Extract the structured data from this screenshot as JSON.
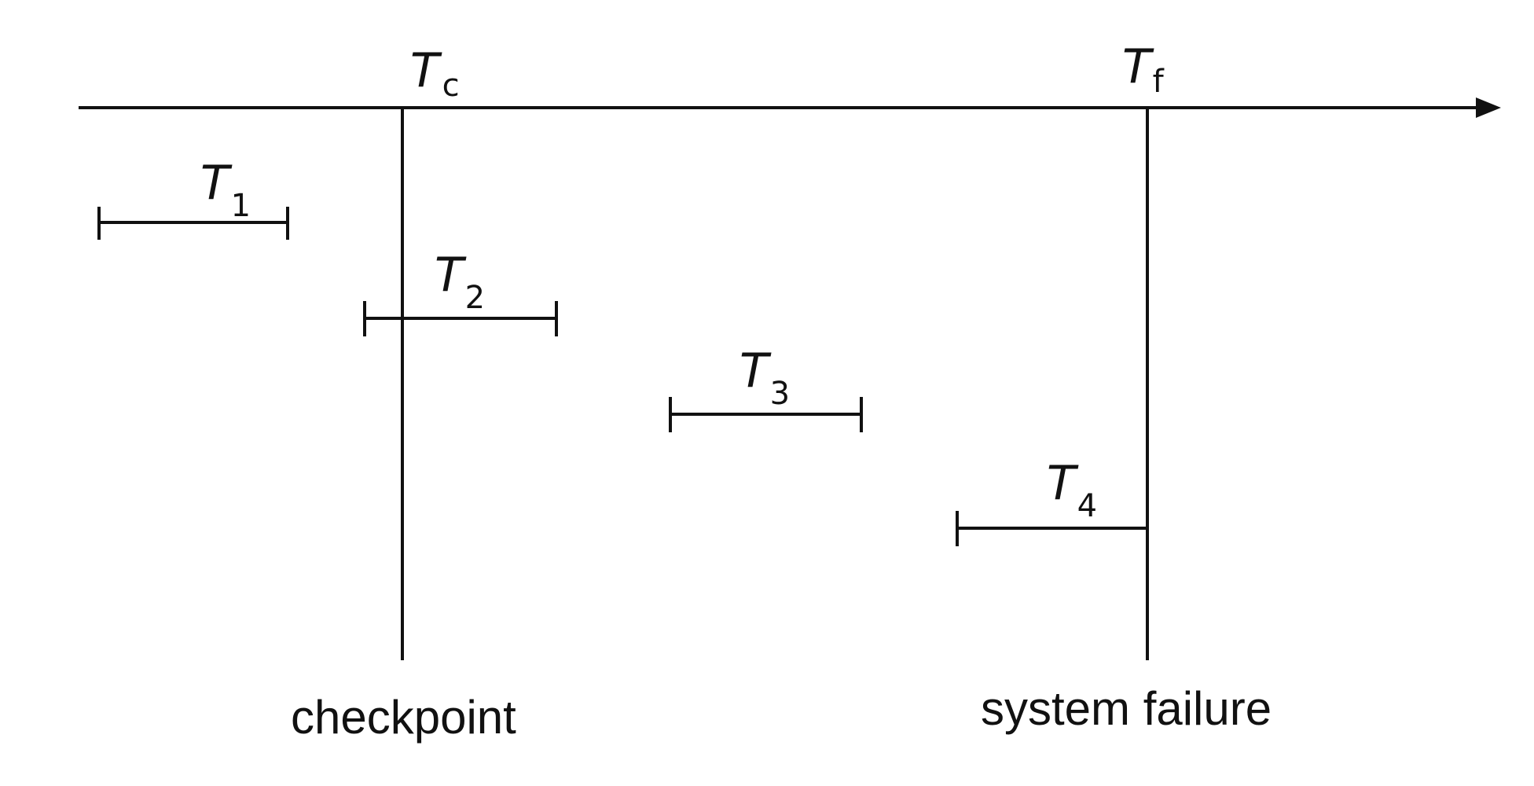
{
  "timeline": {
    "checkpoint_marker": {
      "symbol": "T",
      "subscript": "c"
    },
    "failure_marker": {
      "symbol": "T",
      "subscript": "f"
    }
  },
  "transactions": [
    {
      "symbol": "T",
      "subscript": "1"
    },
    {
      "symbol": "T",
      "subscript": "2"
    },
    {
      "symbol": "T",
      "subscript": "3"
    },
    {
      "symbol": "T",
      "subscript": "4"
    }
  ],
  "captions": {
    "checkpoint": "checkpoint",
    "system_failure": "system failure"
  }
}
